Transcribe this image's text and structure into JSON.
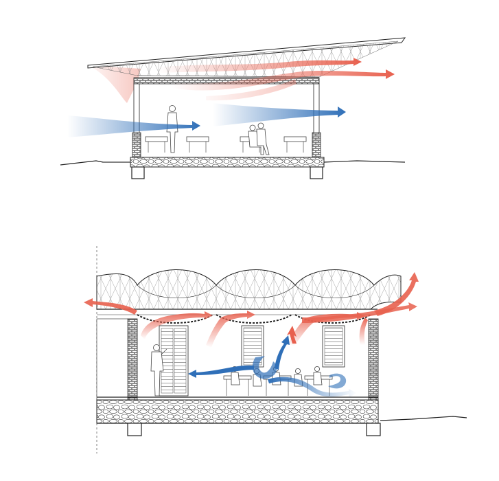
{
  "colors": {
    "background": "#ffffff",
    "linework": "#222222",
    "cool_air": "#2f6fb8",
    "warm_air": "#e8604e"
  },
  "sections": [
    {
      "id": "upper-section",
      "roof": "single-pitch",
      "airflow": [
        "cool-air-through",
        "warm-air-under-roof"
      ]
    },
    {
      "id": "lower-section",
      "roof": "vaulted-shells",
      "airflow": [
        "cool-air-swirl",
        "warm-air-stack-exhaust"
      ]
    }
  ]
}
